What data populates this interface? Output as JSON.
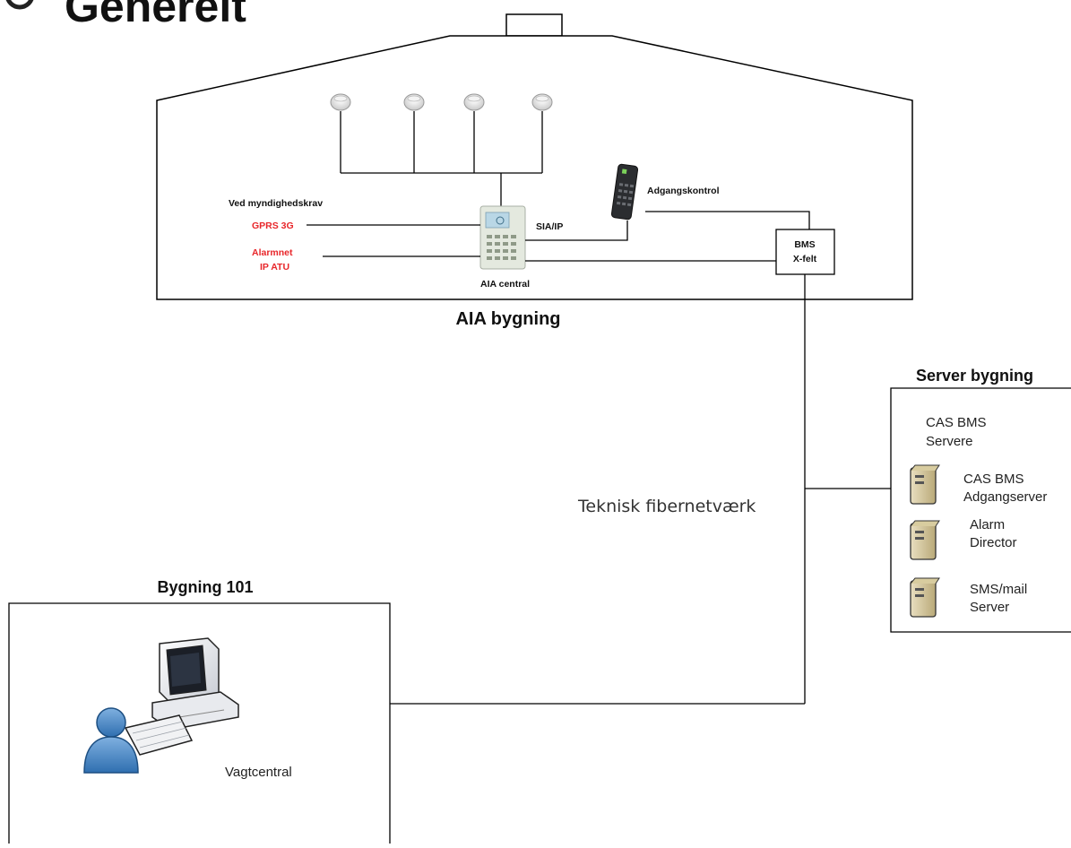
{
  "heading": {
    "text": "Generelt"
  },
  "aia_building": {
    "title": "AIA bygning",
    "authority_requirement": "Ved myndighedskrav",
    "gprs_label": "GPRS 3G",
    "alarmnet_label": "Alarmnet",
    "ipatu_label": "IP ATU",
    "central_label": "AIA central",
    "protocol_label": "SIA/IP",
    "access_control_label": "Adgangskontrol",
    "bms_line1": "BMS",
    "bms_line2": "X-felt"
  },
  "network": {
    "label": "Teknisk fibernetværk"
  },
  "server_building": {
    "title": "Server bygning",
    "servers_line1": "CAS BMS",
    "servers_line2": "Servere",
    "items": [
      {
        "line1": "CAS BMS",
        "line2": "Adgangserver",
        "icon": "server-tower-icon"
      },
      {
        "line1": "Alarm",
        "line2": "Director",
        "icon": "server-tower-icon"
      },
      {
        "line1": "SMS/mail",
        "line2": "Server",
        "icon": "server-tower-icon"
      }
    ]
  },
  "building_101": {
    "title": "Bygning 101",
    "workstation_label": "Vagtcentral"
  },
  "colors": {
    "red_text": "#e8262a",
    "line": "#000000"
  }
}
